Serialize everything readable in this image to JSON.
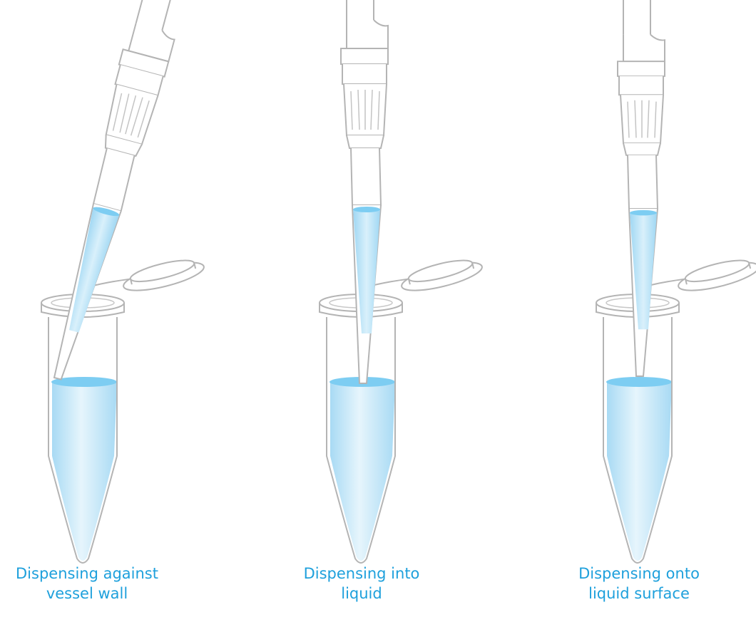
{
  "panels": [
    {
      "id": "against-wall",
      "caption_line1": "Dispensing against",
      "caption_line2": "vessel wall"
    },
    {
      "id": "into-liquid",
      "caption_line1": "Dispensing into",
      "caption_line2": "liquid"
    },
    {
      "id": "onto-surface",
      "caption_line1": "Dispensing onto",
      "caption_line2": "liquid surface"
    }
  ],
  "colors": {
    "outline": "#b4b4b4",
    "liquid_top": "#7dcdf2",
    "liquid_body": "#bfe4f7",
    "caption": "#1ea0dc"
  }
}
